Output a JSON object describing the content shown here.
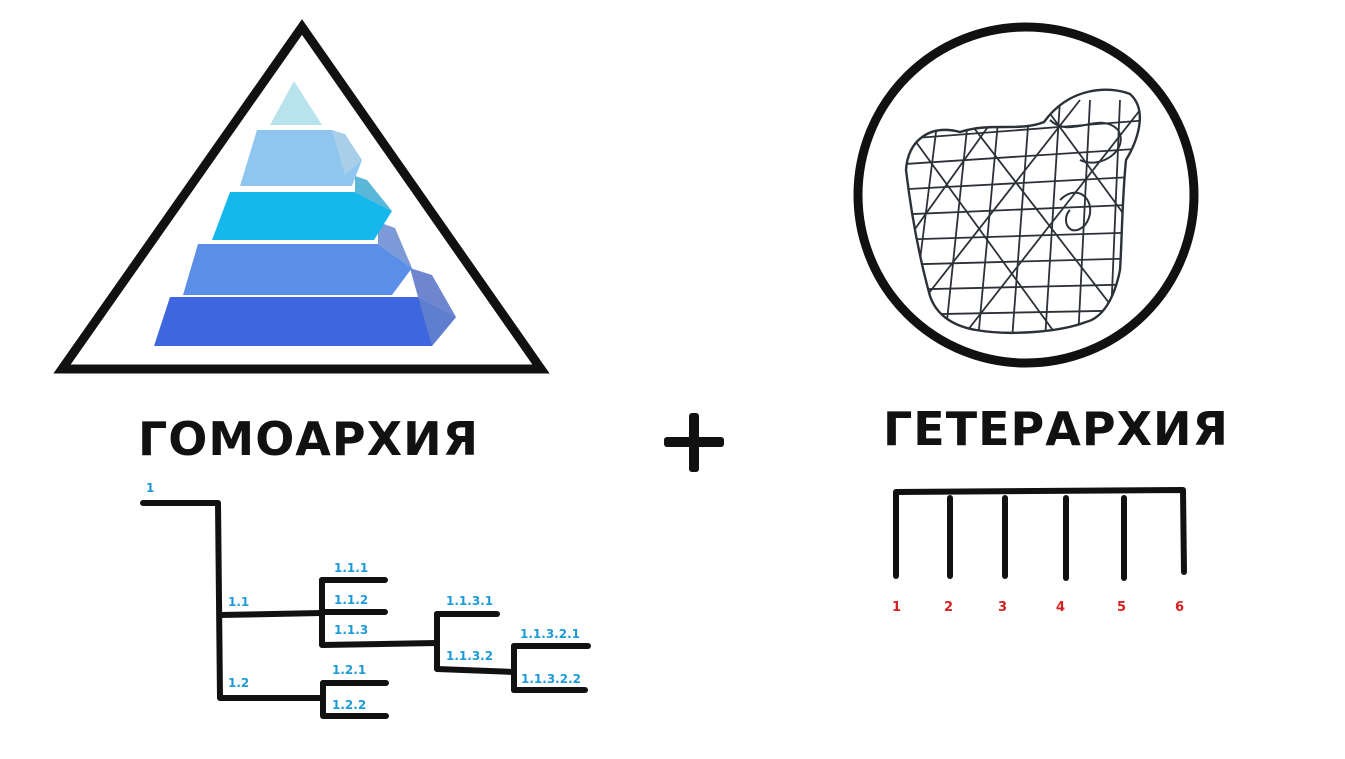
{
  "homoarchy": {
    "title": "ГОМОАРХИЯ",
    "tree_labels": [
      "1",
      "1.1",
      "1.2",
      "1.1.1",
      "1.1.2",
      "1.1.3",
      "1.2.1",
      "1.2.2",
      "1.1.3.1",
      "1.1.3.2",
      "1.1.3.2.1",
      "1.1.3.2.2"
    ],
    "pyramid_colors": [
      "#b8e2ec",
      "#8fc6f0",
      "#16b8ec",
      "#5b8ee6",
      "#3f68e0"
    ]
  },
  "plus_sign": "+",
  "heterarchy": {
    "title": "ГЕТЕРАРХИЯ",
    "columns": [
      "1",
      "2",
      "3",
      "4",
      "5",
      "6"
    ]
  }
}
